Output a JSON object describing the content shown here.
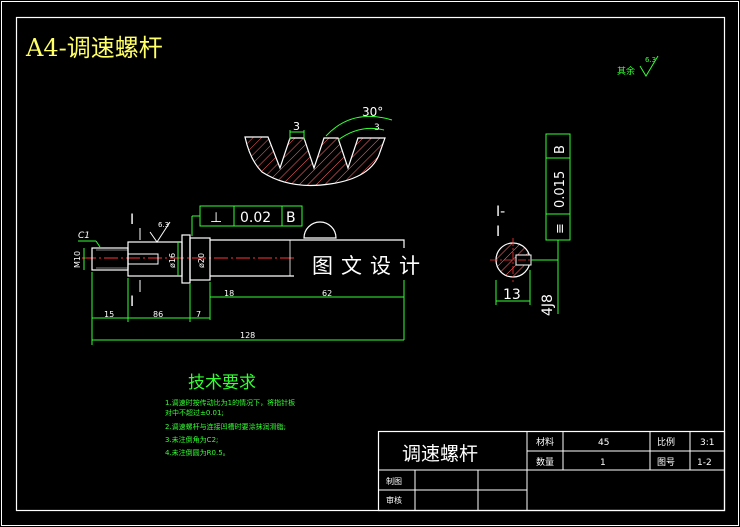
{
  "title": "A4-调速螺杆",
  "surface_finish": {
    "label": "其余",
    "value": "6.3"
  },
  "thread_detail": {
    "pitch": "3",
    "angle": "30°",
    "depth": "3"
  },
  "flatness_frame": {
    "symbol": "⊥",
    "value": "0.02",
    "datum": "B"
  },
  "section_frame": {
    "symbol": "≡",
    "value": "0.015",
    "datum": "B"
  },
  "roughness_value": "6.3",
  "chamfer_label": "C1",
  "section_labels": {
    "left_top": "I",
    "left_bottom": "I",
    "right_top": "I-",
    "right_bottom": "I"
  },
  "dims": {
    "d10": "M10",
    "d16": "ø16",
    "d20": "ø20",
    "d18": "18",
    "d62": "62",
    "d15": "15",
    "d86": "86",
    "d7": "7",
    "d128": "128",
    "sec_width": "13",
    "sec_depth": "4J8"
  },
  "watermark": "图文设计",
  "requirements": {
    "heading": "技术要求",
    "lines": [
      "1.调速时按传动比为1的情况下，将指针板",
      "  对中不超过±0.01;",
      "2.调速螺杆与连接凹槽时要涂抹润滑脂;",
      "3.未注倒角为C2;",
      "4.未注倒圆为R0.5。"
    ]
  },
  "title_block": {
    "part_name": "调速螺杆",
    "material_label": "材料",
    "material_value": "45",
    "scale_label": "比例",
    "scale_value": "3:1",
    "qty_label": "数量",
    "qty_value": "1",
    "drawing_no_label": "图号",
    "drawing_no_value": "1-2",
    "drawn_label": "制图",
    "checked_label": "审核"
  },
  "colors": {
    "background": "#000000",
    "title_yellow": "#ffff66",
    "green": "#33ff33",
    "white": "#ffffff",
    "red": "#ff3333",
    "hatch": "#ff6666"
  }
}
